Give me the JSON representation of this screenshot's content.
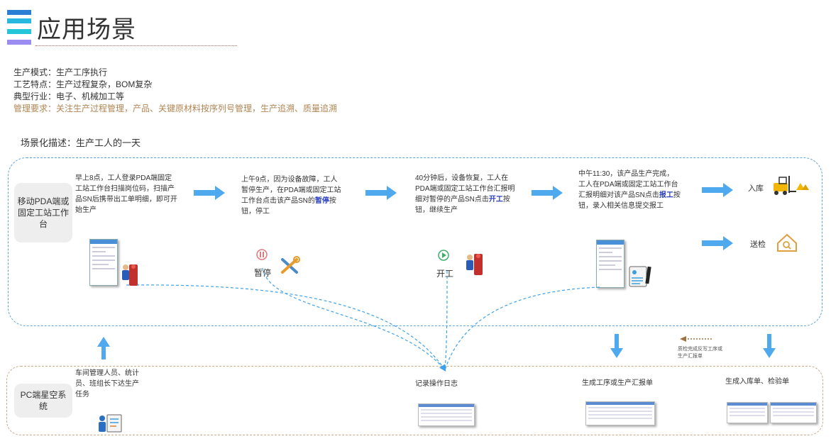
{
  "title": "应用场景",
  "colors": {
    "logo": [
      "#2a7fd4",
      "#29b6e0",
      "#26c6da",
      "#9b8cf2"
    ],
    "flow": "#3da2ec",
    "accent": "#2b3ec2",
    "requirement": "#b08554"
  },
  "info": {
    "mode": "生产模式：生产工序执行",
    "process": "工艺特点：生产过程复杂，BOM复杂",
    "industry": "典型行业：电子、机械加工等",
    "requirement": "管理要求：关注生产过程管理，产品、关键原材料按序列号管理，生产追溯、质量追溯"
  },
  "subtitle": "场景化描述：生产工人的一天",
  "top_lane": {
    "label": "移动PDA端或固定工站工作台",
    "steps": [
      {
        "text": "早上8点，工人登录PDA端固定工站工作台扫描岗位码，扫描产品SN后携带出工单明细，即可开始生产"
      },
      {
        "pre": "上午9点，因为设备故障，工人暂停生产，在PDA端或固定工站工作台点击该产品SN的",
        "em": "暂停",
        "post": "按钮，停工"
      },
      {
        "pre": "40分钟后，设备恢复，工人在PDA端或固定工站工作台汇报明细对暂停的产品SN点击",
        "em": "开工",
        "post": "按钮，继续生产"
      },
      {
        "pre": "中午11:30，该产品生产完成，工人在PDA端或固定工站工作台汇报明细对该产品SN点击",
        "em": "报工",
        "post": "按钮，录入相关信息提交报工"
      }
    ],
    "pause_label": "暂停",
    "start_label": "开工",
    "warehouse_label": "入库",
    "inspect_label": "送检"
  },
  "bottom_lane": {
    "label": "PC端星空系统",
    "task_text": "车间管理人员、统计员、班组长下达生产任务",
    "log_label": "记录操作日志",
    "report_label": "生成工序或生产汇报单",
    "inbound_label": "生成入库单、检验单",
    "note": "质检完成反写工序或生产汇报单"
  }
}
